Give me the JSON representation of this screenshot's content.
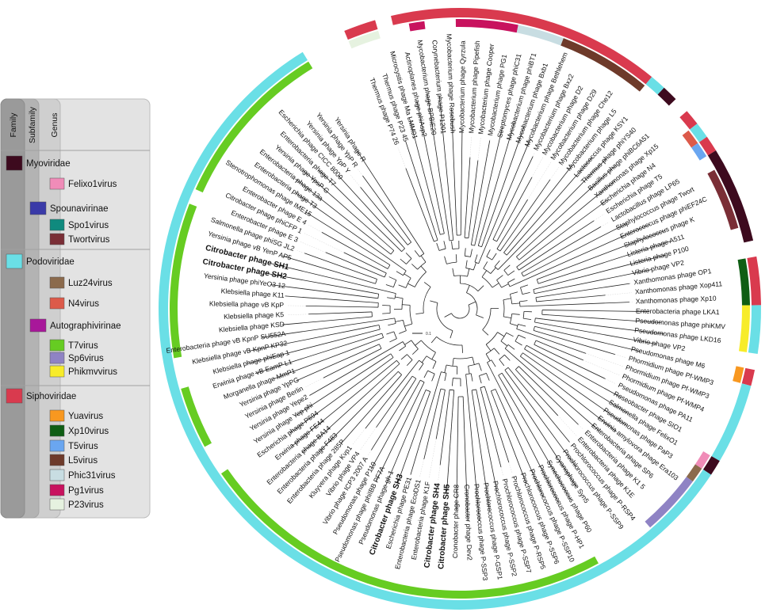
{
  "legend": {
    "headers": {
      "family": "Family",
      "subfamily": "Subfamily",
      "genus": "Genus"
    },
    "entries": [
      {
        "level": "family",
        "label": "Myoviridae",
        "color": "#3d0a1e"
      },
      {
        "level": "genus",
        "label": "Felixo1virus",
        "color": "#f08cb8"
      },
      {
        "level": "subfamily",
        "label": "Spounavirinae",
        "color": "#3a3aa8"
      },
      {
        "level": "genus",
        "label": "Spo1virus",
        "color": "#0f8a7e"
      },
      {
        "level": "genus",
        "label": "Twortvirus",
        "color": "#7a2e36"
      },
      {
        "level": "family",
        "label": "Podoviridae",
        "color": "#6adfe6"
      },
      {
        "level": "genus",
        "label": "Luz24virus",
        "color": "#8b6a4c"
      },
      {
        "level": "genus",
        "label": "N4virus",
        "color": "#dc5a4a"
      },
      {
        "level": "subfamily",
        "label": "Autographivirinae",
        "color": "#a8179a"
      },
      {
        "level": "genus",
        "label": "T7virus",
        "color": "#66cc22"
      },
      {
        "level": "genus",
        "label": "Sp6virus",
        "color": "#8f83c4"
      },
      {
        "level": "genus",
        "label": "Phikmvvirus",
        "color": "#f7ec2a"
      },
      {
        "level": "family",
        "label": "Siphoviridae",
        "color": "#d93a4e"
      },
      {
        "level": "genus",
        "label": "Yuavirus",
        "color": "#f89820"
      },
      {
        "level": "genus",
        "label": "Xp10virus",
        "color": "#0f5e14"
      },
      {
        "level": "genus",
        "label": "T5virus",
        "color": "#6aa6f0"
      },
      {
        "level": "genus",
        "label": "L5virus",
        "color": "#6e3a2a"
      },
      {
        "level": "genus",
        "label": "Phic31virus",
        "color": "#c8dde2"
      },
      {
        "level": "genus",
        "label": "Pg1virus",
        "color": "#c8125e"
      },
      {
        "level": "genus",
        "label": "P23virus",
        "color": "#e6f2e0"
      }
    ]
  },
  "scale_label": "0.1",
  "leaves": [
    {
      "name": "Thermus phage P74 26",
      "fam": "Siphoviridae",
      "gen": "P23virus"
    },
    {
      "name": "Thermus phage P23 45",
      "fam": "Siphoviridae",
      "gen": "P23virus"
    },
    {
      "name": "Microcystis phage Ma LMM01",
      "fam": "",
      "gen": ""
    },
    {
      "name": "Actinoplanes phage phiAsp2",
      "fam": "Siphoviridae",
      "gen": ""
    },
    {
      "name": "Mycobacterium phage BPBiE20",
      "fam": "Siphoviridae",
      "gen": "Pg1virus"
    },
    {
      "name": "Corynebacterium phage P1201",
      "fam": "Siphoviridae",
      "gen": ""
    },
    {
      "name": "Mycobacterium phage Rosebush",
      "fam": "Siphoviridae",
      "gen": ""
    },
    {
      "name": "Mycobacterium phage Qyrzula",
      "fam": "Siphoviridae",
      "gen": "Pg1virus"
    },
    {
      "name": "Mycobacterium phage Pipefish",
      "fam": "Siphoviridae",
      "gen": "Pg1virus"
    },
    {
      "name": "Mycobacterium phage Cooper",
      "fam": "Siphoviridae",
      "gen": "Pg1virus"
    },
    {
      "name": "Mycobacterium phage PG1",
      "fam": "Siphoviridae",
      "gen": "Pg1virus"
    },
    {
      "name": "Streptomyces phage phiC31",
      "fam": "Siphoviridae",
      "gen": "Phic31virus"
    },
    {
      "name": "Mycobacterium phage phiBT1",
      "fam": "Siphoviridae",
      "gen": "Phic31virus"
    },
    {
      "name": "Mycobacterium phage Bxb1",
      "fam": "Siphoviridae",
      "gen": "Phic31virus"
    },
    {
      "name": "Mycobacterium phage Bethlehem",
      "fam": "Siphoviridae",
      "gen": "L5virus"
    },
    {
      "name": "Mycobacterium phage Bxz2",
      "fam": "Siphoviridae",
      "gen": "L5virus"
    },
    {
      "name": "Mycobacterium phage D2",
      "fam": "Siphoviridae",
      "gen": "L5virus"
    },
    {
      "name": "Mycobacterium phage D29",
      "fam": "Siphoviridae",
      "gen": "L5virus"
    },
    {
      "name": "Mycobacterium phage Che12",
      "fam": "Siphoviridae",
      "gen": "L5virus"
    },
    {
      "name": "Mycobacterium phage L5",
      "fam": "Siphoviridae",
      "gen": "L5virus"
    },
    {
      "name": "Lactococcus phage KSY1",
      "fam": "Podoviridae",
      "gen": ""
    },
    {
      "name": "Thermus phage phiYS40",
      "fam": "Myoviridae",
      "gen": ""
    },
    {
      "name": "Bacillus phage phiBC6A51",
      "fam": "",
      "gen": ""
    },
    {
      "name": "Xanthomonas phage Xp15",
      "fam": "Siphoviridae",
      "gen": ""
    },
    {
      "name": "Escherichia phage N4",
      "fam": "Podoviridae",
      "gen": "N4virus"
    },
    {
      "name": "Escherichia phage T5",
      "fam": "Siphoviridae",
      "gen": "T5virus"
    },
    {
      "name": "Lactobacillus phage LP65",
      "fam": "Myoviridae",
      "gen": ""
    },
    {
      "name": "Staphylococcus phage Twort",
      "fam": "Myoviridae",
      "gen": "Twortvirus"
    },
    {
      "name": "Enterococcus phage phiEF24C",
      "fam": "Myoviridae",
      "gen": "Twortvirus"
    },
    {
      "name": "Staphylococcus phage K",
      "fam": "Myoviridae",
      "gen": "Twortvirus"
    },
    {
      "name": "Listeria phage A511",
      "fam": "Myoviridae",
      "gen": "Twortvirus"
    },
    {
      "name": "Listeria phage P100",
      "fam": "Myoviridae",
      "gen": ""
    },
    {
      "name": "Vibrio phage VP2",
      "fam": "",
      "gen": ""
    },
    {
      "name": "Xanthomonas phage OP1",
      "fam": "Siphoviridae",
      "gen": "Xp10virus"
    },
    {
      "name": "Xanthomonas phage Xop411",
      "fam": "Siphoviridae",
      "gen": "Xp10virus"
    },
    {
      "name": "Xanthomonas phage Xp10",
      "fam": "Siphoviridae",
      "gen": "Xp10virus"
    },
    {
      "name": "Enterobacteria phage LKA1",
      "fam": "Podoviridae",
      "gen": "Phikmvvirus"
    },
    {
      "name": "Pseudomonas phage phiKMV",
      "fam": "Podoviridae",
      "gen": "Phikmvvirus"
    },
    {
      "name": "Pseudomonas phage LKD16",
      "fam": "Podoviridae",
      "gen": "Phikmvvirus"
    },
    {
      "name": "Vibrio phage VP2",
      "fam": "",
      "gen": ""
    },
    {
      "name": "Pseudomonas phage M6",
      "fam": "Siphoviridae",
      "gen": "Yuavirus"
    },
    {
      "name": "Phormidium phage Pf-WMP3",
      "fam": "Podoviridae",
      "gen": ""
    },
    {
      "name": "Phormidium phage Pf-WMP3",
      "fam": "Podoviridae",
      "gen": ""
    },
    {
      "name": "Phormidium phage Pf-WMP4",
      "fam": "Podoviridae",
      "gen": ""
    },
    {
      "name": "Pseudomonas phage PA11",
      "fam": "Podoviridae",
      "gen": ""
    },
    {
      "name": "Roseobacter phage SIO1",
      "fam": "Podoviridae",
      "gen": ""
    },
    {
      "name": "Salmonella phage FelixO1",
      "fam": "Myoviridae",
      "gen": "Felixo1virus"
    },
    {
      "name": "Pseudomonas phage PaP3",
      "fam": "Podoviridae",
      "gen": "Luz24virus"
    },
    {
      "name": "Erwinia amylovora phage Era103",
      "fam": "Podoviridae",
      "gen": "Sp6virus"
    },
    {
      "name": "Enterobacteria phage SP6",
      "fam": "Podoviridae",
      "gen": "Sp6virus"
    },
    {
      "name": "Enterobacteria phage K1 5",
      "fam": "Podoviridae",
      "gen": "Sp6virus"
    },
    {
      "name": "Enterobacteria phage K1E",
      "fam": "Podoviridae",
      "gen": "Sp6virus"
    },
    {
      "name": "Prochlorococcus phage P-RSP4",
      "fam": "Podoviridae",
      "gen": ""
    },
    {
      "name": "Prochlorococcus phage P-SSP9",
      "fam": "Podoviridae",
      "gen": ""
    },
    {
      "name": "Cyanophage Syn5",
      "fam": "Podoviridae",
      "gen": ""
    },
    {
      "name": "Synechococcus phage P60",
      "fam": "Podoviridae",
      "gen": ""
    },
    {
      "name": "Prochlorococcus phage P-HP1",
      "fam": "Podoviridae",
      "gen": "T7virus"
    },
    {
      "name": "Prochlorococcus phage P-SSP10",
      "fam": "Podoviridae",
      "gen": "T7virus"
    },
    {
      "name": "Prochlorococcus phage P-SSP6",
      "fam": "Podoviridae",
      "gen": "T7virus"
    },
    {
      "name": "Prochlorococcus phage P-RSP5",
      "fam": "Podoviridae",
      "gen": "T7virus"
    },
    {
      "name": "Prochlorococcus phage P-SSP7",
      "fam": "Podoviridae",
      "gen": "T7virus"
    },
    {
      "name": "Prochlorococcus phage P-SSP2",
      "fam": "Podoviridae",
      "gen": "T7virus"
    },
    {
      "name": "Prochlorococcus phage P-GSP1",
      "fam": "Podoviridae",
      "gen": "T7virus"
    },
    {
      "name": "Prochlorococcus phage P-SSP3",
      "fam": "Podoviridae",
      "gen": "T7virus"
    },
    {
      "name": "Cronobacter phage Dev2",
      "fam": "Podoviridae",
      "gen": "T7virus"
    },
    {
      "name": "Cronobacter phage CR8",
      "fam": "Podoviridae",
      "gen": "T7virus"
    },
    {
      "name": "Citrobacter phage SH5",
      "fam": "Podoviridae",
      "gen": "T7virus",
      "bold": true
    },
    {
      "name": "Citrobacter phage SH4",
      "fam": "Podoviridae",
      "gen": "T7virus",
      "bold": true
    },
    {
      "name": "Enterobacteria phage K1F",
      "fam": "Podoviridae",
      "gen": "T7virus"
    },
    {
      "name": "Enterobacteria phage EcoDS1",
      "fam": "Podoviridae",
      "gen": "T7virus"
    },
    {
      "name": "Escherichia phage PE31",
      "fam": "Podoviridae",
      "gen": "T7virus"
    },
    {
      "name": "Citrobacter phage SH3",
      "fam": "Podoviridae",
      "gen": "T7virus",
      "bold": true
    },
    {
      "name": "Pseudomonas phage gh 1",
      "fam": "Podoviridae",
      "gen": "T7virus"
    },
    {
      "name": "Pseudomonas phage phiIBB PF7A",
      "fam": "Podoviridae",
      "gen": "T7virus"
    },
    {
      "name": "Pseudomonas phage P110",
      "fam": "Podoviridae",
      "gen": "T7virus"
    },
    {
      "name": "Vibrio phage ICP3 2007 A",
      "fam": "Podoviridae",
      "gen": "T7virus"
    },
    {
      "name": "Vibrio phage VP4",
      "fam": "Podoviridae",
      "gen": "T7virus"
    },
    {
      "name": "Kluyvera phage Kvp1",
      "fam": "Podoviridae",
      "gen": "T7virus"
    },
    {
      "name": "Enterobacteria phage 285P",
      "fam": "Podoviridae",
      "gen": "T7virus"
    },
    {
      "name": "Enterobacteria phage F483",
      "fam": "Podoviridae",
      "gen": "T7virus"
    },
    {
      "name": "Enterobacteria phage BA14",
      "fam": "Podoviridae",
      "gen": "T7virus"
    },
    {
      "name": "Erwinia phage FE44",
      "fam": "Podoviridae",
      "gen": "T7virus"
    },
    {
      "name": "Escherichia phage P694",
      "fam": "Podoviridae",
      "gen": "T7virus"
    },
    {
      "name": "Yersinia phage Yep phi",
      "fam": "Podoviridae",
      "gen": ""
    },
    {
      "name": "Yersinia phage Yepe2",
      "fam": "Podoviridae",
      "gen": ""
    },
    {
      "name": "Yersinia phage Berlin",
      "fam": "Podoviridae",
      "gen": "T7virus"
    },
    {
      "name": "Yersinia phage YpPG",
      "fam": "Podoviridae",
      "gen": "T7virus"
    },
    {
      "name": "Morganella phage MmP1",
      "fam": "Podoviridae",
      "gen": "T7virus"
    },
    {
      "name": "Erwinia phage vB EamP L1",
      "fam": "Podoviridae",
      "gen": "T7virus"
    },
    {
      "name": "Klebsiella phage phiEap 1",
      "fam": "Podoviridae",
      "gen": ""
    },
    {
      "name": "Klebsiella phage vB KpnP KP32",
      "fam": "Podoviridae",
      "gen": ""
    },
    {
      "name": "Enterobacteria phage vB KpnP SU552A",
      "fam": "Podoviridae",
      "gen": "T7virus"
    },
    {
      "name": "Klebsiella phage KSD",
      "fam": "Podoviridae",
      "gen": "T7virus"
    },
    {
      "name": "Klebsiella phage K5",
      "fam": "Podoviridae",
      "gen": "T7virus"
    },
    {
      "name": "Klebsiella phage vB KpP",
      "fam": "Podoviridae",
      "gen": "T7virus"
    },
    {
      "name": "Klebsiella phage K11",
      "fam": "Podoviridae",
      "gen": "T7virus"
    },
    {
      "name": "Yersinia phage phiYeO3 12",
      "fam": "Podoviridae",
      "gen": "T7virus"
    },
    {
      "name": "Citrobacter phage SH2",
      "fam": "Podoviridae",
      "gen": "T7virus",
      "bold": true
    },
    {
      "name": "Citrobacter phage SH1",
      "fam": "Podoviridae",
      "gen": "T7virus",
      "bold": true
    },
    {
      "name": "Yersinia phage vB YenP AP5",
      "fam": "Podoviridae",
      "gen": "T7virus"
    },
    {
      "name": "Salmonella phage phiSG JL2",
      "fam": "Podoviridae",
      "gen": "T7virus"
    },
    {
      "name": "Enterobacter phage E 3",
      "fam": "Podoviridae",
      "gen": ""
    },
    {
      "name": "Citrobacter phage phiCFP 1",
      "fam": "Podoviridae",
      "gen": "T7virus"
    },
    {
      "name": "Enterobacter phage E 4",
      "fam": "Podoviridae",
      "gen": "T7virus"
    },
    {
      "name": "Stenotrophomonas phage IME15",
      "fam": "Podoviridae",
      "gen": "T7virus"
    },
    {
      "name": "Enterobacteria phage T3",
      "fam": "Podoviridae",
      "gen": "T7virus"
    },
    {
      "name": "Enterobacteria phage 13a",
      "fam": "Podoviridae",
      "gen": "T7virus"
    },
    {
      "name": "Yersinia phage YpsP G",
      "fam": "Podoviridae",
      "gen": "T7virus"
    },
    {
      "name": "Enterobacteria phage T7",
      "fam": "Podoviridae",
      "gen": "T7virus"
    },
    {
      "name": "Escherichia phage CICC 8000",
      "fam": "Podoviridae",
      "gen": "T7virus"
    },
    {
      "name": "Yersinia phage YpP Y",
      "fam": "Podoviridae",
      "gen": "T7virus"
    },
    {
      "name": "Yersinia phage YpP R",
      "fam": "Podoviridae",
      "gen": "T7virus"
    },
    {
      "name": "Yersinia phage R",
      "fam": "Podoviridae",
      "gen": "T7virus"
    }
  ]
}
